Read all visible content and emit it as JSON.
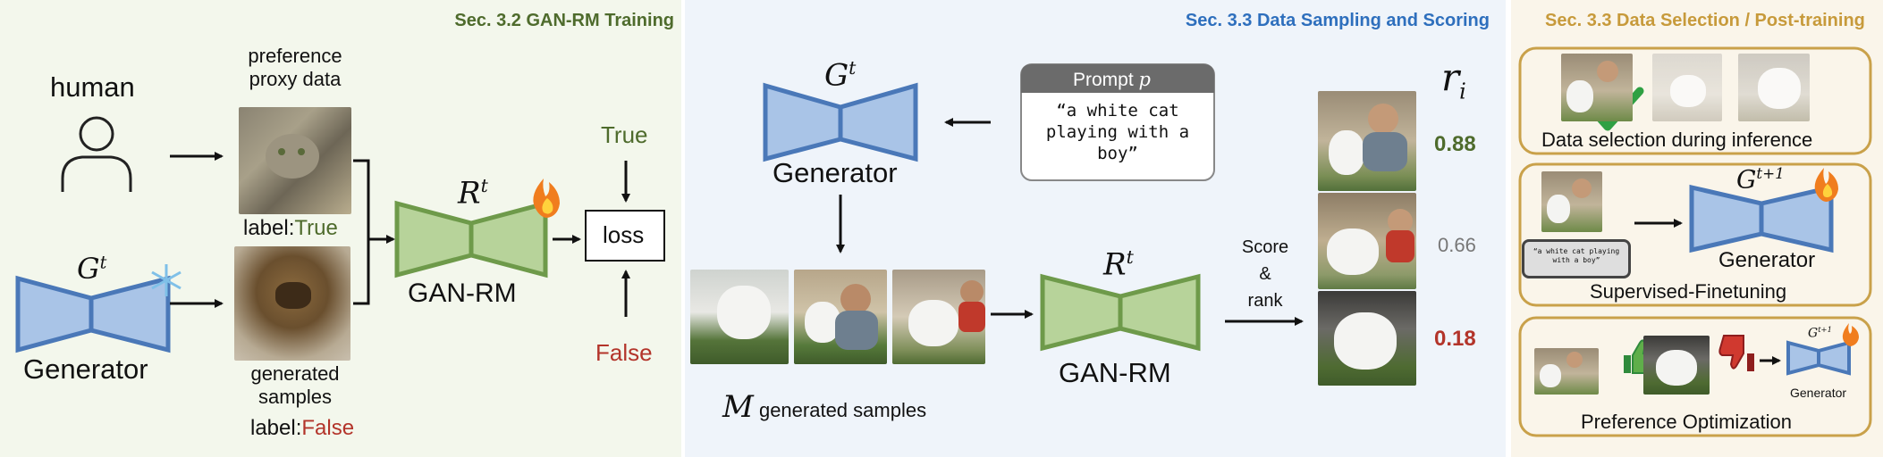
{
  "sections": {
    "gan_rm_training": "Sec. 3.2 GAN-RM Training",
    "data_sampling": "Sec. 3.3 Data Sampling and Scoring",
    "data_selection": "Sec. 3.3 Data Selection / Post-training"
  },
  "colors": {
    "green_title": "#4e6b2c",
    "blue_title": "#2e6fbd",
    "gold_title": "#c79a3b",
    "generator_fill": "#a9c4e7",
    "generator_stroke": "#4a78b8",
    "rm_fill": "#b7d39a",
    "rm_stroke": "#6e9a4a",
    "true_color": "#4e6b2c",
    "false_color": "#b3342a"
  },
  "training": {
    "human_label": "human",
    "proxy_label_line1": "preference",
    "proxy_label_line2": "proxy data",
    "label_prefix": "label:",
    "label_true": "True",
    "generated_label_line1": "generated",
    "generated_label_line2": "samples",
    "label_false": "False",
    "generator_label": "Generator",
    "generator_symbol": "G",
    "reward_symbol": "R",
    "superscript_t": "t",
    "gan_rm_label": "GAN-RM",
    "loss_label": "loss",
    "true_text": "True",
    "false_text": "False"
  },
  "sampling": {
    "generator_symbol": "G",
    "superscript_t": "t",
    "generator_label": "Generator",
    "prompt_header": "Prompt",
    "prompt_symbol": "p",
    "prompt_text": "“a white cat playing with a boy”",
    "samples_symbol": "M",
    "samples_label": "generated samples",
    "reward_symbol": "R",
    "gan_rm_label": "GAN-RM",
    "score_rank_line1": "Score",
    "score_rank_line2": "&",
    "score_rank_line3": "rank",
    "score_header": "r",
    "score_header_sub": "i",
    "scores": [
      "0.88",
      "0.66",
      "0.18"
    ]
  },
  "post_training": {
    "inference_label": "Data selection during inference",
    "sft_label": "Supervised-Finetuning",
    "sft_prompt": "“a white cat playing with a boy”",
    "generator_symbol": "G",
    "superscript": "t+1",
    "generator_label": "Generator",
    "pref_label": "Preference Optimization",
    "pref_generator_label": "Generator"
  }
}
